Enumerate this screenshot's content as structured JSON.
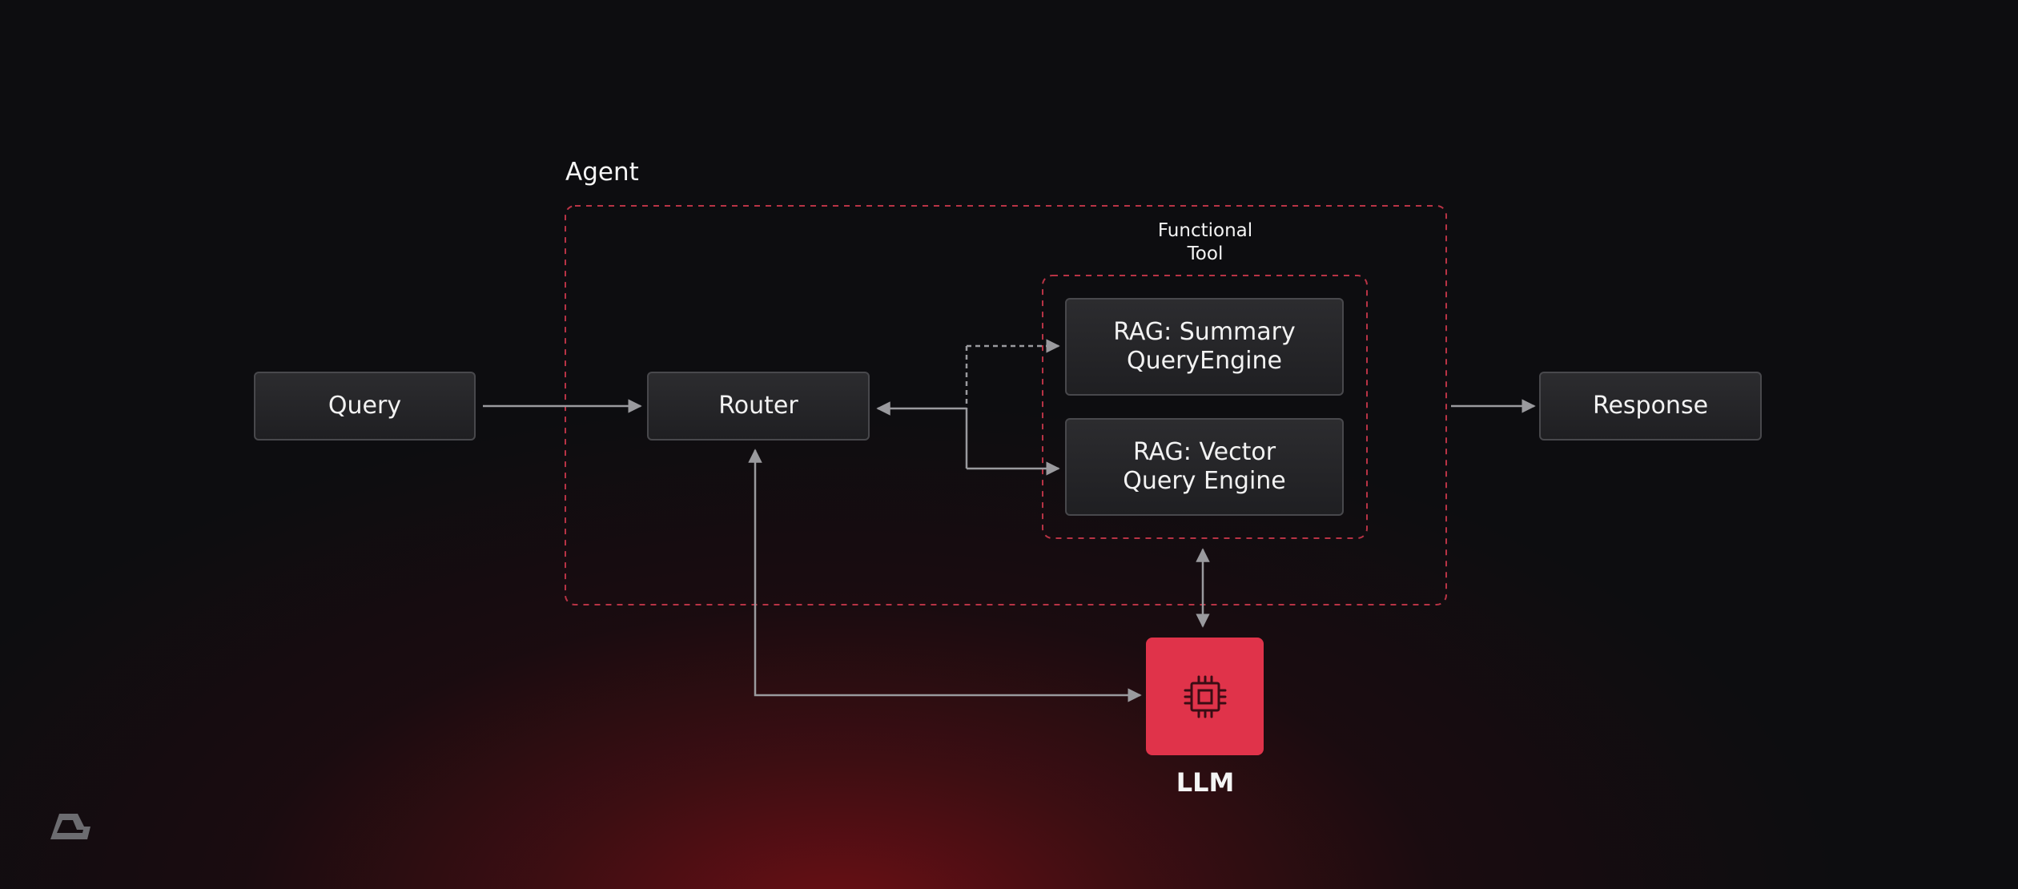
{
  "agent": {
    "label": "Agent"
  },
  "functional_tool": {
    "label": "Functional\nTool"
  },
  "nodes": {
    "query": "Query",
    "router": "Router",
    "summary_engine": "RAG: Summary\nQueryEngine",
    "vector_engine": "RAG: Vector\nQuery Engine",
    "response": "Response",
    "llm": "LLM"
  },
  "icons": {
    "llm": "cpu-chip-icon",
    "logo": "brand-logo-icon"
  },
  "colors": {
    "background": "#0d0d10",
    "glow": "#8a1016",
    "dashed_border": "#b83345",
    "node_border": "#48484c",
    "connector": "#9a9a9e",
    "llm_fill": "#e0334a"
  }
}
